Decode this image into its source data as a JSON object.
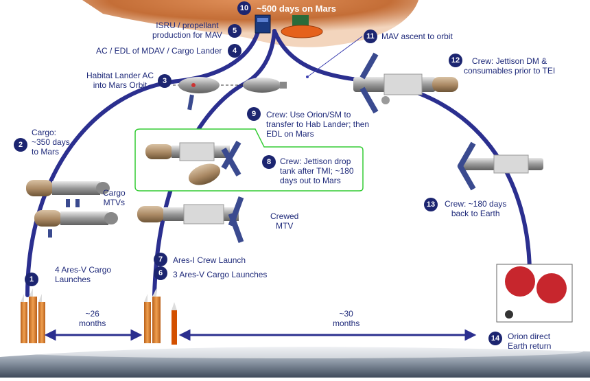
{
  "mars_title": "~500 days on Mars",
  "steps": [
    {
      "n": "1",
      "text": "4 Ares-V Cargo\nLaunches"
    },
    {
      "n": "2",
      "text": "Cargo:\n~350 days\nto Mars"
    },
    {
      "n": "3",
      "text": "Habitat Lander AC\ninto Mars Orbit"
    },
    {
      "n": "4",
      "text": "AC / EDL of MDAV / Cargo Lander"
    },
    {
      "n": "5",
      "text": "ISRU / propellant\nproduction for MAV"
    },
    {
      "n": "6",
      "text": "3 Ares-V Cargo Launches"
    },
    {
      "n": "7",
      "text": "Ares-I Crew Launch"
    },
    {
      "n": "8",
      "text": "Crew: Jettison drop\ntank after TMI; ~180\ndays out to Mars"
    },
    {
      "n": "9",
      "text": "Crew: Use Orion/SM to\ntransfer to Hab Lander; then\nEDL on Mars"
    },
    {
      "n": "10",
      "text": "~500 days on Mars"
    },
    {
      "n": "11",
      "text": "MAV ascent to orbit"
    },
    {
      "n": "12",
      "text": "Crew: Jettison DM &\nconsumables prior to TEI"
    },
    {
      "n": "13",
      "text": "Crew: ~180 days\nback to Earth"
    },
    {
      "n": "14",
      "text": "Orion direct\nEarth return"
    }
  ],
  "labels": {
    "cargo_mtvs": "Cargo\nMTVs",
    "crewed_mtv": "Crewed\nMTV",
    "gap1": "~26\nmonths",
    "gap2": "~30\nmonths"
  },
  "colors": {
    "arc": "#2b2f8f",
    "text": "#1f2a7a",
    "badge": "#1c2570",
    "highlight_box": "#33cc33",
    "mars": "#c8743c"
  }
}
